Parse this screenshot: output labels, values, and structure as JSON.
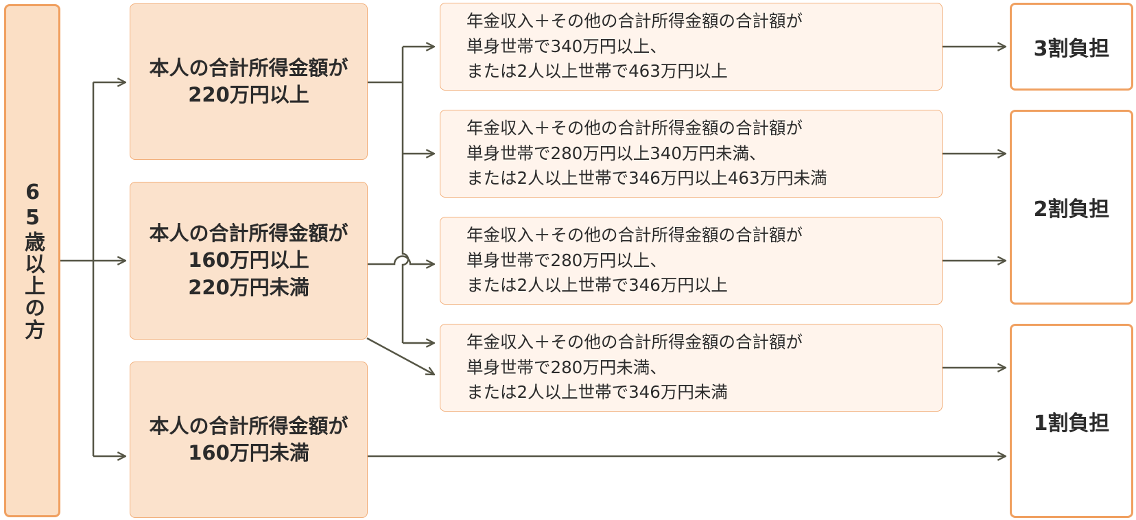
{
  "root": {
    "label": "65歳以上の方"
  },
  "conditions": [
    {
      "text": "本人の合計所得金額が\n220万円以上"
    },
    {
      "text": "本人の合計所得金額が\n160万円以上\n220万円未満"
    },
    {
      "text": "本人の合計所得金額が\n160万円未満"
    }
  ],
  "details": [
    {
      "text": "年金収入＋その他の合計所得金額の合計額が\n単身世帯で340万円以上、\nまたは2人以上世帯で463万円以上"
    },
    {
      "text": "年金収入＋その他の合計所得金額の合計額が\n単身世帯で280万円以上340万円未満、\nまたは2人以上世帯で346万円以上463万円未満"
    },
    {
      "text": "年金収入＋その他の合計所得金額の合計額が\n単身世帯で280万円以上、\nまたは2人以上世帯で346万円以上"
    },
    {
      "text": "年金収入＋その他の合計所得金額の合計額が\n単身世帯で280万円未満、\nまたは2人以上世帯で346万円未満"
    }
  ],
  "results": [
    {
      "label": "3割負担"
    },
    {
      "label": "2割負担"
    },
    {
      "label": "1割負担"
    }
  ],
  "colors": {
    "line": "#555545",
    "accent_border": "#f0a060",
    "fill_strong": "#fbdfc5",
    "fill_light": "#fff4ec"
  }
}
